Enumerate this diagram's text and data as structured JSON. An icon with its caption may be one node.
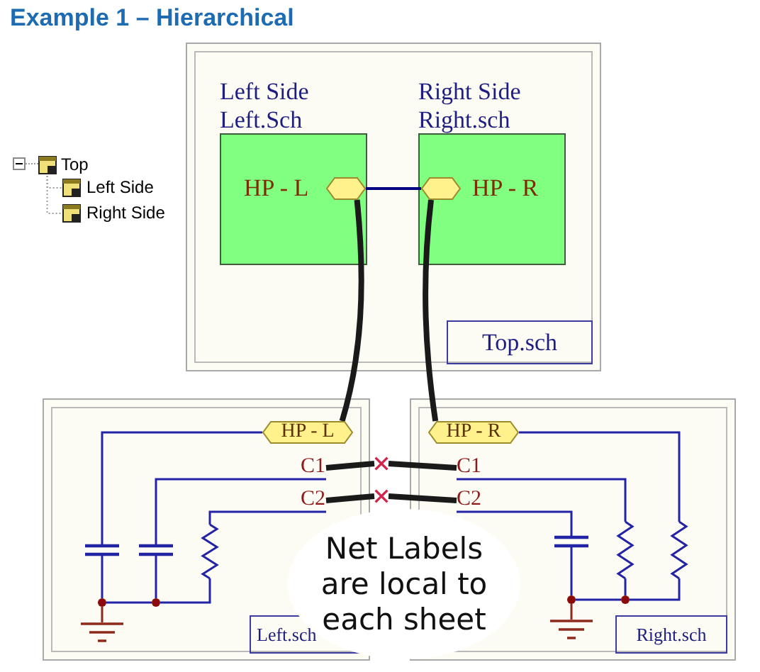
{
  "diagram": {
    "title": "Example 1 – Hierarchical",
    "nodes": [
      {
        "text": [
          "Top"
        ]
      },
      {
        "text": [
          "Left Side"
        ]
      },
      {
        "text": [
          "Right Side"
        ]
      },
      {
        "text": [
          "Top.sch"
        ]
      },
      {
        "text": [
          "Left Side",
          "Left.Sch"
        ],
        "in": 3
      },
      {
        "text": [],
        "shape": "hexagon",
        "beside": [
          "HP - L"
        ],
        "in": 4
      },
      {
        "text": [
          "Right Side",
          "Right.sch"
        ],
        "in": 3
      },
      {
        "text": [],
        "shape": "hexagon",
        "beside": [
          "HP - R"
        ],
        "in": 6
      },
      {
        "text": [
          "Left.sch"
        ]
      },
      {
        "text": [
          "HP - L"
        ],
        "in": 8
      },
      {
        "text": [
          "C1"
        ],
        "in": 8
      },
      {
        "text": [
          "C2"
        ],
        "in": 8
      },
      {
        "text": [],
        "shape": "capacitor",
        "in": 8
      },
      {
        "text": [],
        "shape": "capacitor",
        "in": 8
      },
      {
        "text": [],
        "shape": "resistor",
        "in": 8
      },
      {
        "text": [],
        "shape": "dot",
        "in": 8
      },
      {
        "text": [],
        "shape": "dot",
        "in": 8
      },
      {
        "text": [],
        "shape": "ground",
        "in": 8
      },
      {
        "text": [],
        "shape": "cross"
      },
      {
        "text": [],
        "shape": "cross"
      },
      {
        "text": [
          "Right.sch"
        ]
      },
      {
        "text": [
          "HP - R"
        ],
        "in": 20
      },
      {
        "text": [
          "C1"
        ],
        "in": 20
      },
      {
        "text": [
          "C2"
        ],
        "in": 20
      },
      {
        "text": [],
        "shape": "capacitor",
        "in": 20
      },
      {
        "text": [],
        "shape": "resistor",
        "in": 20
      },
      {
        "text": [],
        "shape": "resistor",
        "in": 20
      },
      {
        "text": [],
        "shape": "dot",
        "in": 20
      },
      {
        "text": [],
        "shape": "dot",
        "in": 20
      },
      {
        "text": [],
        "shape": "ground",
        "in": 20
      },
      {
        "text": [
          "Net Labels are local to each sheet"
        ]
      }
    ],
    "edges": [
      {
        "from": 0,
        "to": 1,
        "arrow": "none",
        "style": "dashed",
        "color": "#9c9c9c"
      },
      {
        "from": 0,
        "to": 2,
        "arrow": "none",
        "style": "dashed",
        "color": "#9c9c9c"
      },
      {
        "from": 5,
        "to": 7,
        "arrow": "none",
        "color": "#000080"
      },
      {
        "from": 5,
        "to": 9,
        "arrow": "none",
        "style": "thick",
        "color": "#1a1a1a"
      },
      {
        "from": 7,
        "to": 21,
        "arrow": "none",
        "style": "thick",
        "color": "#1a1a1a"
      },
      {
        "from": 9,
        "to": 12,
        "arrow": "none"
      },
      {
        "from": 10,
        "to": 13,
        "arrow": "none"
      },
      {
        "from": 11,
        "to": 14,
        "arrow": "none"
      },
      {
        "from": 12,
        "to": 15,
        "arrow": "none"
      },
      {
        "from": 13,
        "to": 16,
        "arrow": "none"
      },
      {
        "from": 14,
        "to": 16,
        "arrow": "none"
      },
      {
        "from": 16,
        "to": 15,
        "arrow": "none"
      },
      {
        "from": 15,
        "to": 17,
        "arrow": "none",
        "color": "#8e2a1c"
      },
      {
        "from": 10,
        "to": 18,
        "arrow": "none",
        "style": "thick",
        "color": "#1a1a1a"
      },
      {
        "from": 22,
        "to": 18,
        "arrow": "none",
        "style": "thick",
        "color": "#1a1a1a"
      },
      {
        "from": 11,
        "to": 19,
        "arrow": "none",
        "style": "thick",
        "color": "#1a1a1a"
      },
      {
        "from": 23,
        "to": 19,
        "arrow": "none",
        "style": "thick",
        "color": "#1a1a1a"
      },
      {
        "from": 21,
        "to": 26,
        "arrow": "none"
      },
      {
        "from": 22,
        "to": 25,
        "arrow": "none"
      },
      {
        "from": 23,
        "to": 24,
        "arrow": "none"
      },
      {
        "from": 24,
        "to": 27,
        "arrow": "none"
      },
      {
        "from": 25,
        "to": 28,
        "arrow": "none"
      },
      {
        "from": 26,
        "to": 28,
        "arrow": "none"
      },
      {
        "from": 28,
        "to": 27,
        "arrow": "none"
      },
      {
        "from": 27,
        "to": 29,
        "arrow": "none",
        "color": "#8e2a1c"
      }
    ]
  }
}
